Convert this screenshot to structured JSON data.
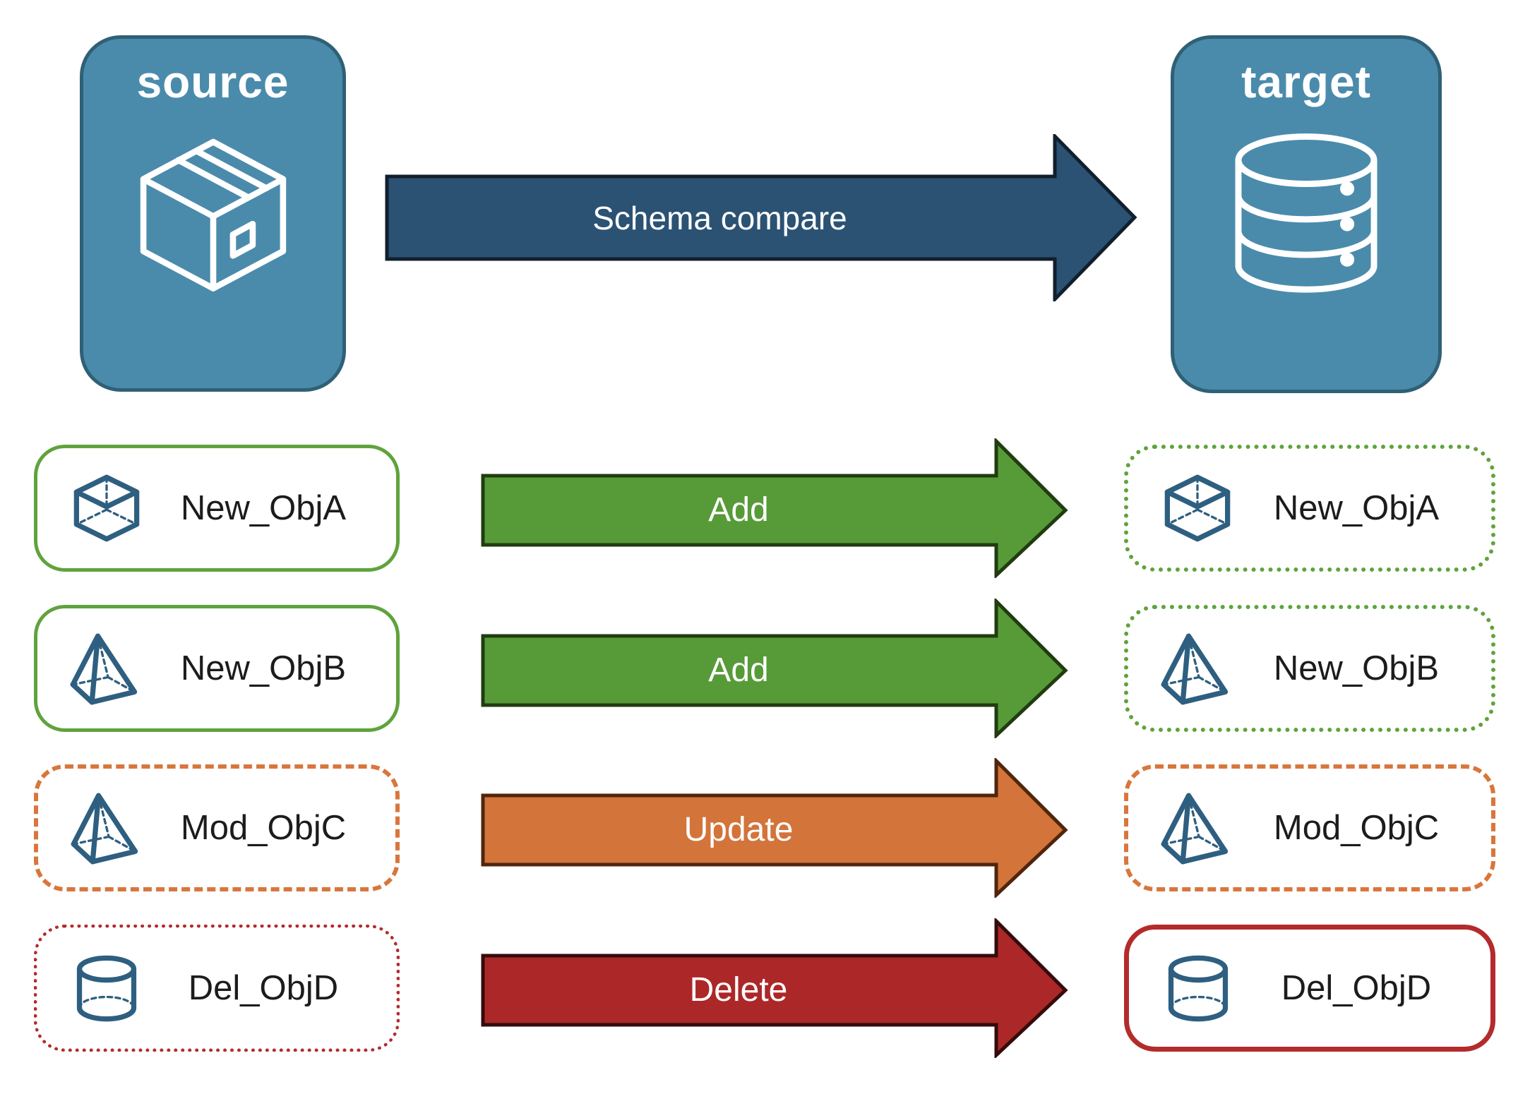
{
  "diagram": {
    "source": {
      "label": "source",
      "icon": "package-icon"
    },
    "target": {
      "label": "target",
      "icon": "database-icon"
    },
    "compare": {
      "label": "Schema compare"
    }
  },
  "rows": [
    {
      "object": "New_ObjA",
      "action": "Add",
      "icon": "cube-icon",
      "source_border": "solid-green",
      "target_border": "dotted-green"
    },
    {
      "object": "New_ObjB",
      "action": "Add",
      "icon": "pyramid-icon",
      "source_border": "solid-green",
      "target_border": "dotted-green"
    },
    {
      "object": "Mod_ObjC",
      "action": "Update",
      "icon": "pyramid-icon",
      "source_border": "dashed-orange",
      "target_border": "dashed-orange"
    },
    {
      "object": "Del_ObjD",
      "action": "Delete",
      "icon": "cylinder-icon",
      "source_border": "dotted-red",
      "target_border": "solid-red"
    }
  ],
  "colors": {
    "node_fill": "#4A8BAC",
    "node_border": "#2F6076",
    "icon_blue": "#2E5F80",
    "navy_arrow": "#2B5273",
    "navy_arrow_border": "#111F2D",
    "green": "#5FA33C",
    "green_arrow": "#579B38",
    "green_arrow_border": "#213C10",
    "orange": "#D9763C",
    "orange_arrow": "#D3743A",
    "orange_arrow_border": "#4F250D",
    "red": "#B42B2B",
    "red_arrow": "#AC2828",
    "red_arrow_border": "#340C0C"
  }
}
